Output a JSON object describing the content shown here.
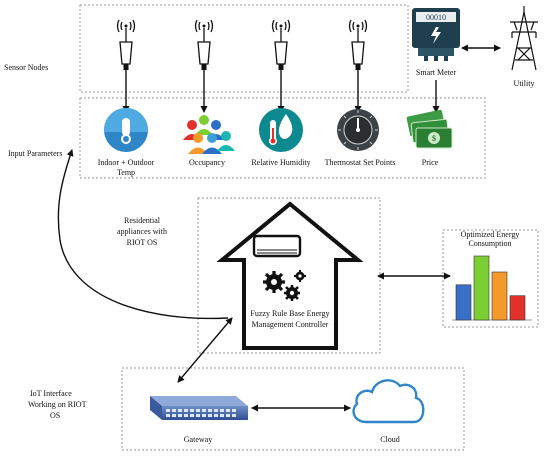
{
  "diagram": {
    "sections": {
      "sensor_nodes": "Sensor Nodes",
      "input_parameters": "Input Parameters",
      "residential_l1": "Residential",
      "residential_l2": "appliances with",
      "residential_l3": "RIOT OS",
      "iot_l1": "IoT Interface",
      "iot_l2": "Working on RIOT",
      "iot_l3": "OS"
    },
    "parameters": {
      "temp_l1": "Indoor + Outdoor",
      "temp_l2": "Temp",
      "occupancy": "Occupancy",
      "humidity": "Relative Humidity",
      "thermostat": "Thermostat Set Points",
      "price": "Price"
    },
    "smart_meter": {
      "label": "Smart Meter",
      "display": "00010"
    },
    "utility": "Utility",
    "controller": {
      "l1": "Fuzzy Rule Base Energy",
      "l2": "Management Controller"
    },
    "output": {
      "title_l1": "Optimized Energy",
      "title_l2": "Consumption",
      "bars": [
        {
          "value": 0.55,
          "color": "#3a6fc8"
        },
        {
          "value": 1.0,
          "color": "#7ccf33"
        },
        {
          "value": 0.75,
          "color": "#f39a2a"
        },
        {
          "value": 0.38,
          "color": "#e0322a"
        }
      ]
    },
    "gateway": "Gateway",
    "cloud": "Cloud",
    "price_symbol": "$",
    "colors": {
      "teal": "#0d8a8f",
      "sensor_blue": "#3fa0d8",
      "money_green": "#2f8f3a",
      "meter_dark": "#1f3f4f"
    }
  }
}
